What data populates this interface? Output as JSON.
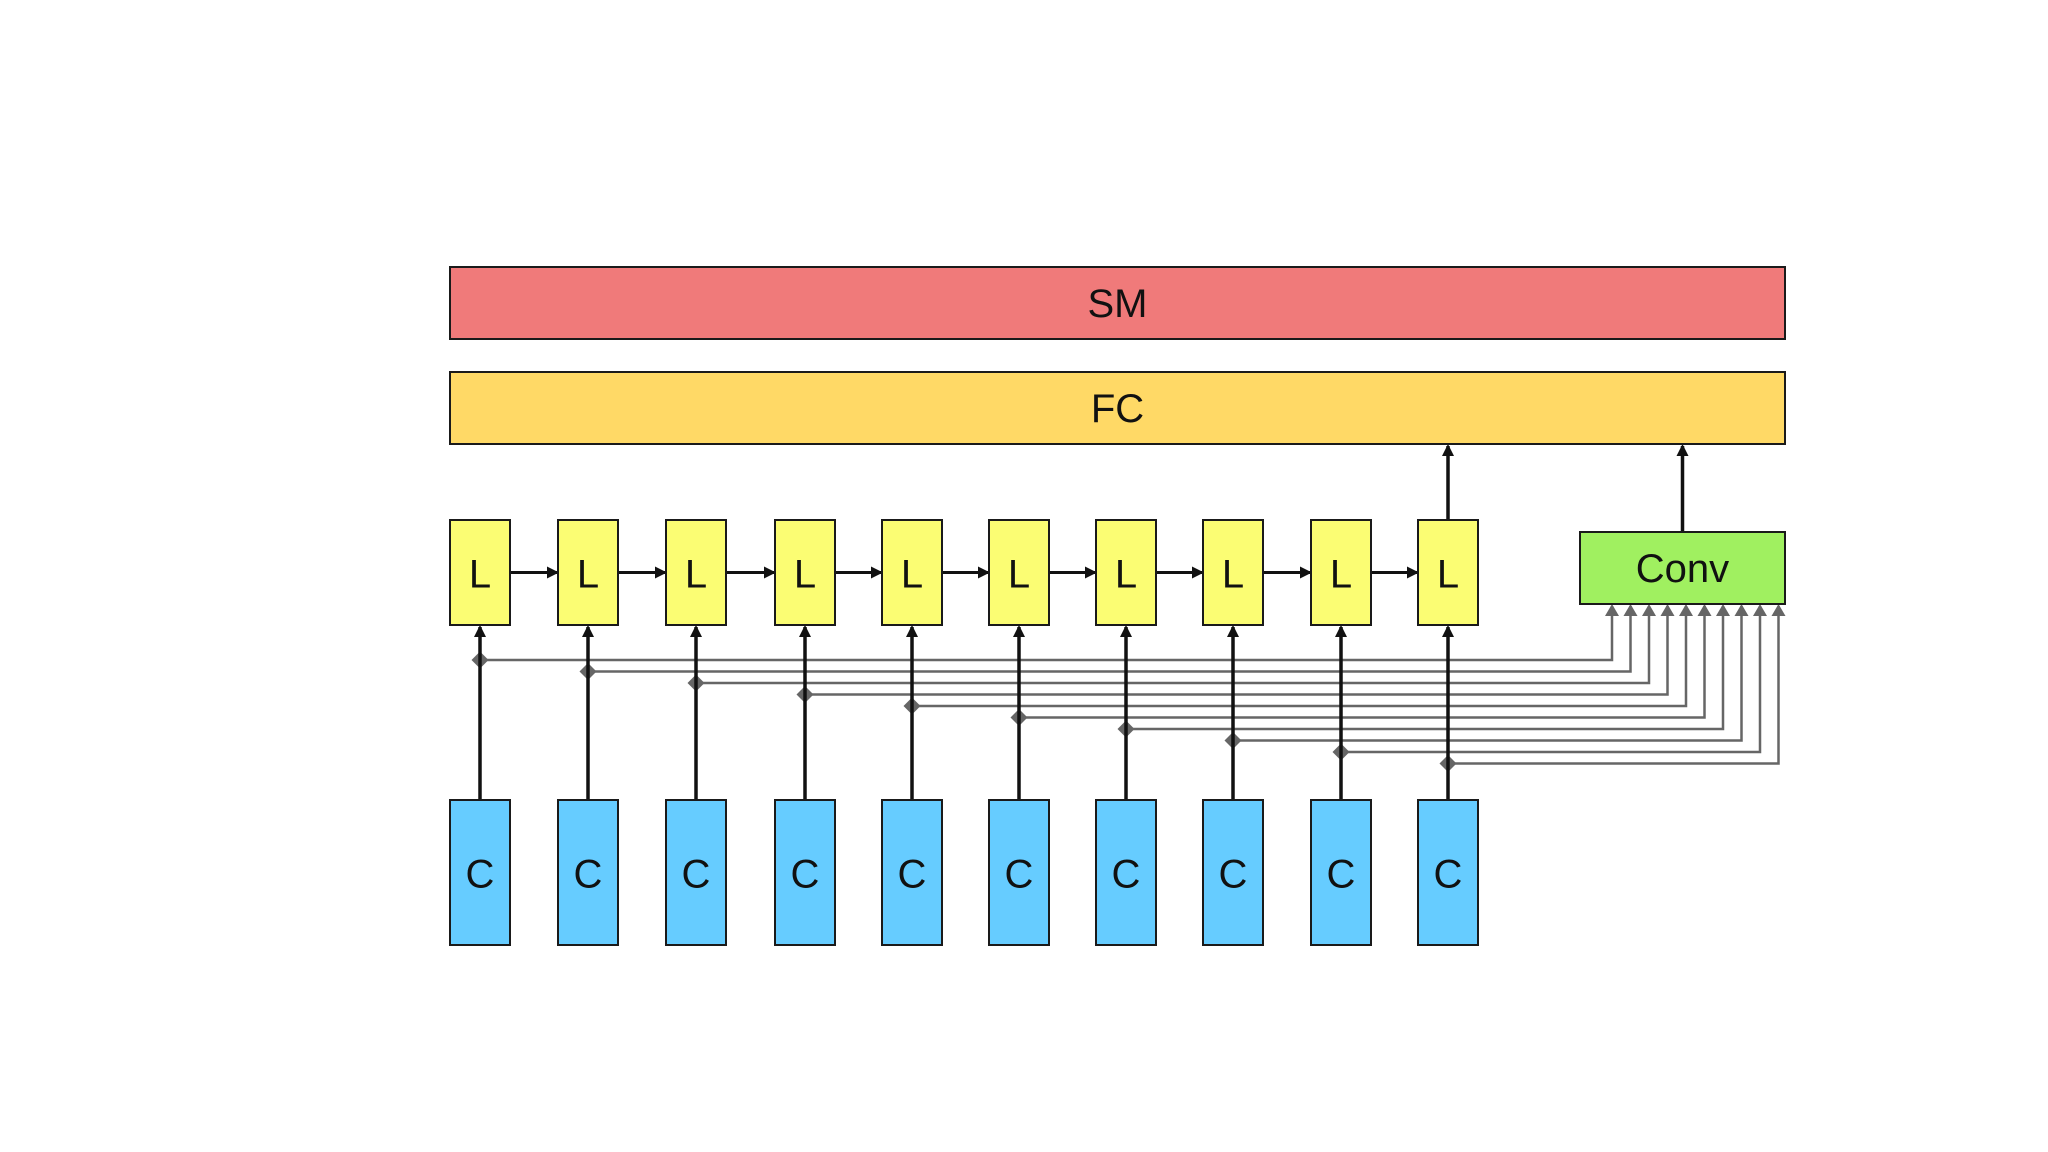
{
  "layers": {
    "softmax": {
      "label": "SM",
      "color": "#f07a7a"
    },
    "fully_connected": {
      "label": "FC",
      "color": "#ffd966"
    },
    "conv": {
      "label": "Conv",
      "color": "#a0f060"
    }
  },
  "lstm_cells": {
    "label": "L",
    "color": "#fbfd73",
    "count": 10
  },
  "cnn_inputs": {
    "label": "C",
    "color": "#66ccff",
    "count": 10
  },
  "colors": {
    "border": "#1a1a1a",
    "arrow": "#111111",
    "connector": "#666666"
  }
}
